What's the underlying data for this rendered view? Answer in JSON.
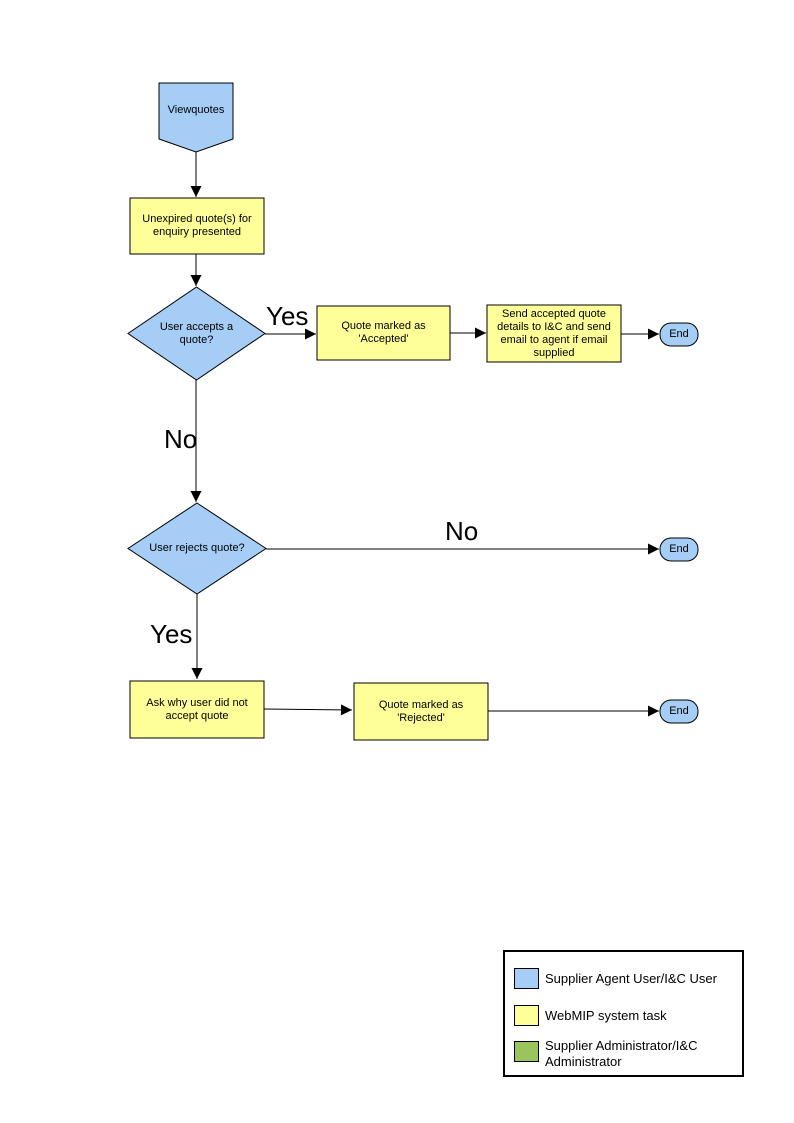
{
  "colors": {
    "user_task": "#A5CDF5",
    "system_task": "#FFFF99",
    "admin_task": "#99C55C",
    "outline": "#000000"
  },
  "nodes": {
    "start": {
      "label": "Viewquotes"
    },
    "present": {
      "label": "Unexpired quote(s) for enquiry presented"
    },
    "accept_decision": {
      "label": "User accepts a quote?"
    },
    "accepted": {
      "label": "Quote  marked as 'Accepted'"
    },
    "send_details": {
      "label": "Send accepted quote details to I&C and send email to agent if email supplied"
    },
    "end1": {
      "label": "End"
    },
    "reject_decision": {
      "label": "User rejects quote?"
    },
    "end2": {
      "label": "End"
    },
    "ask_why": {
      "label": "Ask why user did not accept quote"
    },
    "rejected": {
      "label": "Quote  marked as 'Rejected'"
    },
    "end3": {
      "label": "End"
    }
  },
  "edges": {
    "accept_yes_label": "Yes",
    "accept_no_label": "No",
    "reject_no_label": "No",
    "reject_yes_label": "Yes"
  },
  "legend": {
    "items": [
      {
        "label": "Supplier Agent User/I&C User",
        "color": "#A5CDF5"
      },
      {
        "label": "WebMIP system task",
        "color": "#FFFF99"
      },
      {
        "label": "Supplier Administrator/I&C Administrator",
        "color": "#99C55C"
      }
    ]
  }
}
